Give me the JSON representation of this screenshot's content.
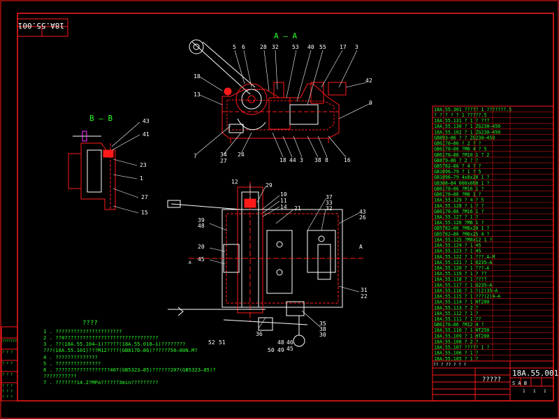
{
  "title_stamp": "18A.55.001",
  "section_aa": "A — A",
  "section_bb": "B — B",
  "view_arrow_a": "A",
  "label_a_small": "A",
  "labels_aa": [
    "5",
    "6",
    "28",
    "32",
    "53",
    "40",
    "55",
    "17",
    "3",
    "42",
    "9",
    "18",
    "13",
    "7",
    "34",
    "27",
    "24",
    "18",
    "44",
    "3",
    "38",
    "8",
    "16"
  ],
  "labels_bb": [
    "43",
    "41",
    "23",
    "1",
    "27",
    "15"
  ],
  "labels_plan": [
    "12",
    "29",
    "10",
    "11",
    "14",
    "21",
    "37",
    "33",
    "32",
    "43",
    "26",
    "39",
    "48",
    "20",
    "45",
    "31",
    "22",
    "35",
    "36",
    "38",
    "30",
    "52",
    "51",
    "50",
    "49",
    "48",
    "46",
    "45"
  ],
  "notes": {
    "heading": "????",
    "lines": [
      "1 . ??????????????????????",
      "2 . ??0???????????????????????????????",
      "3 . ??(18A.55.104—1)?????(18A.55.018—1)????????",
      "   ???(18A.55.101)???M12????(GB817D—86)?????750—80N.M?",
      "4 . ??????????????",
      "5 . ???????????????",
      "6 . ??????????????????407(GB5323—85)??????207(GB5323—85)?",
      "   ???????????",
      "7 . ???????14.2?MPa??????3min?????????"
    ]
  },
  "left_mini_table": [
    "???????",
    "?  ?  ?",
    "?  ?  ?",
    "?  ?  ?",
    "?  ?  ?",
    "?  ?  ?",
    "?  ?  ?"
  ],
  "parts_list": [
    "18A.55.301  ?????  1  ???????.5",
    "?  ?  ?  ?  ?  1   ?????.5",
    "18A.55.131  ?  1  ?  ???",
    "18A.55.130  ?  1  ZG230—450",
    "18A.55.102  ?  1  ZG230—450",
    "GB893—86  ?  ?  ZG230—450",
    "GB6170—86  ?  2  ?  ?",
    "GB6170—86  ?M8  4  ?  5",
    "GB6170—86  ?M10  1  ?  2",
    "GB879—86  ?  2  ?  ?",
    "GB5782—86  ?  4  ?  ?",
    "GB1096—79  ?  1  ?  5",
    "GB1096—79  4x8x20  1  ?",
    "GB308—84  000x000  1  ?",
    "GB6170—86  ?M16  1  ?",
    "GB6170—86  ?M8  1  ?",
    "18A.55.129  ?  4  ?  5",
    "18A.55.128  ?  1  ?  ?",
    "GB6170—86  ?M16  1  ?",
    "18A.55.127  ?  1  ?",
    "18A.55.126  ?M8  1  ?",
    "GB5782—86  ?M8x20  1  ?",
    "GB5782—86  ?M8x25  4  ?",
    "18A.55.125  ?M8x12  1  ?",
    "18A.55.124  ?  1  45",
    "18A.55.123  ?  1  45",
    "18A.55.122  ?  1  ???.A—M",
    "18A.55.121  ?  1  Q235—A",
    "18A.55.120  ?  1  ???—A",
    "18A.55.119  ?  1  ?  ??",
    "18A.55.118  ?  1  ????",
    "18A.55.117  ?  1  Q235—A",
    "18A.55.116  ?  1  ?(2)35—A",
    "18A.55.115  ?  1  ???(2)4—A",
    "18A.55.114  ?  1  HT200",
    "18A.55.113  ?  2  ?",
    "18A.55.112  ?  1  ?",
    "18A.55.111  ?  1  ??",
    "GB6170—86  ?M12  4  ?",
    "18A.55.110  ?  1  HT250",
    "18A.55.109  ?  1  HT200",
    "18A.55.108  ?  2  ?",
    "18A.55.107  ?????  1  ?",
    "18A.55.106  ?  1  ?",
    "18A.55.105  ?  1  ?"
  ],
  "title_block": {
    "drawing_no": "18A.55.001",
    "name": "?????",
    "scale_labels": "S A B",
    "header": "?? ?  ??  ?  ?  ?",
    "small": [
      "1",
      "1",
      "1"
    ]
  },
  "colors": {
    "line": "#ff1a1a",
    "text": "#2bff2b",
    "white": "#ffffff",
    "yellow": "#ffff33",
    "cyan": "#33e0ff",
    "background": "#000000"
  }
}
